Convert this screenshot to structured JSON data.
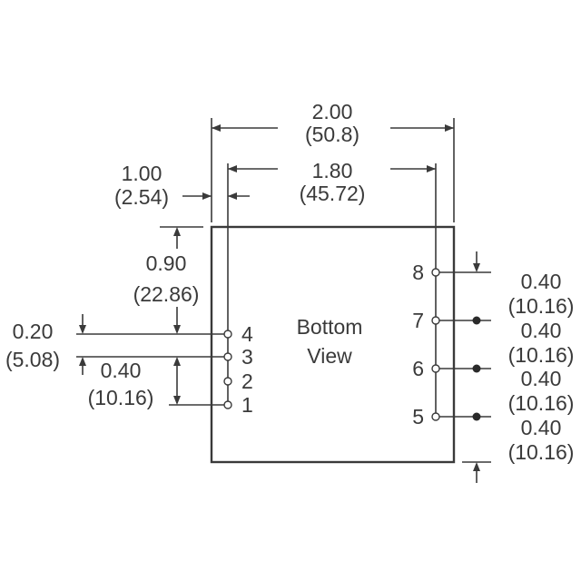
{
  "body": {
    "label_line1": "Bottom",
    "label_line2": "View"
  },
  "dimensions": {
    "overall_width": {
      "in": "2.00",
      "mm": "(50.8)"
    },
    "pin_span": {
      "in": "1.80",
      "mm": "(45.72)"
    },
    "edge_offset": {
      "in": "1.00",
      "mm": "(2.54)"
    },
    "top_to_pin4": {
      "in": "0.90",
      "mm": "(22.86)"
    },
    "pin4_to_pin3": {
      "in": "0.20",
      "mm": "(5.08)"
    },
    "pin3_to_pin1": {
      "in": "0.40",
      "mm": "(10.16)"
    },
    "right_spacing": [
      {
        "in": "0.40",
        "mm": "(10.16)"
      },
      {
        "in": "0.40",
        "mm": "(10.16)"
      },
      {
        "in": "0.40",
        "mm": "(10.16)"
      },
      {
        "in": "0.40",
        "mm": "(10.16)"
      }
    ]
  },
  "pins": {
    "left": [
      "4",
      "3",
      "2",
      "1"
    ],
    "right": [
      "8",
      "7",
      "6",
      "5"
    ]
  }
}
